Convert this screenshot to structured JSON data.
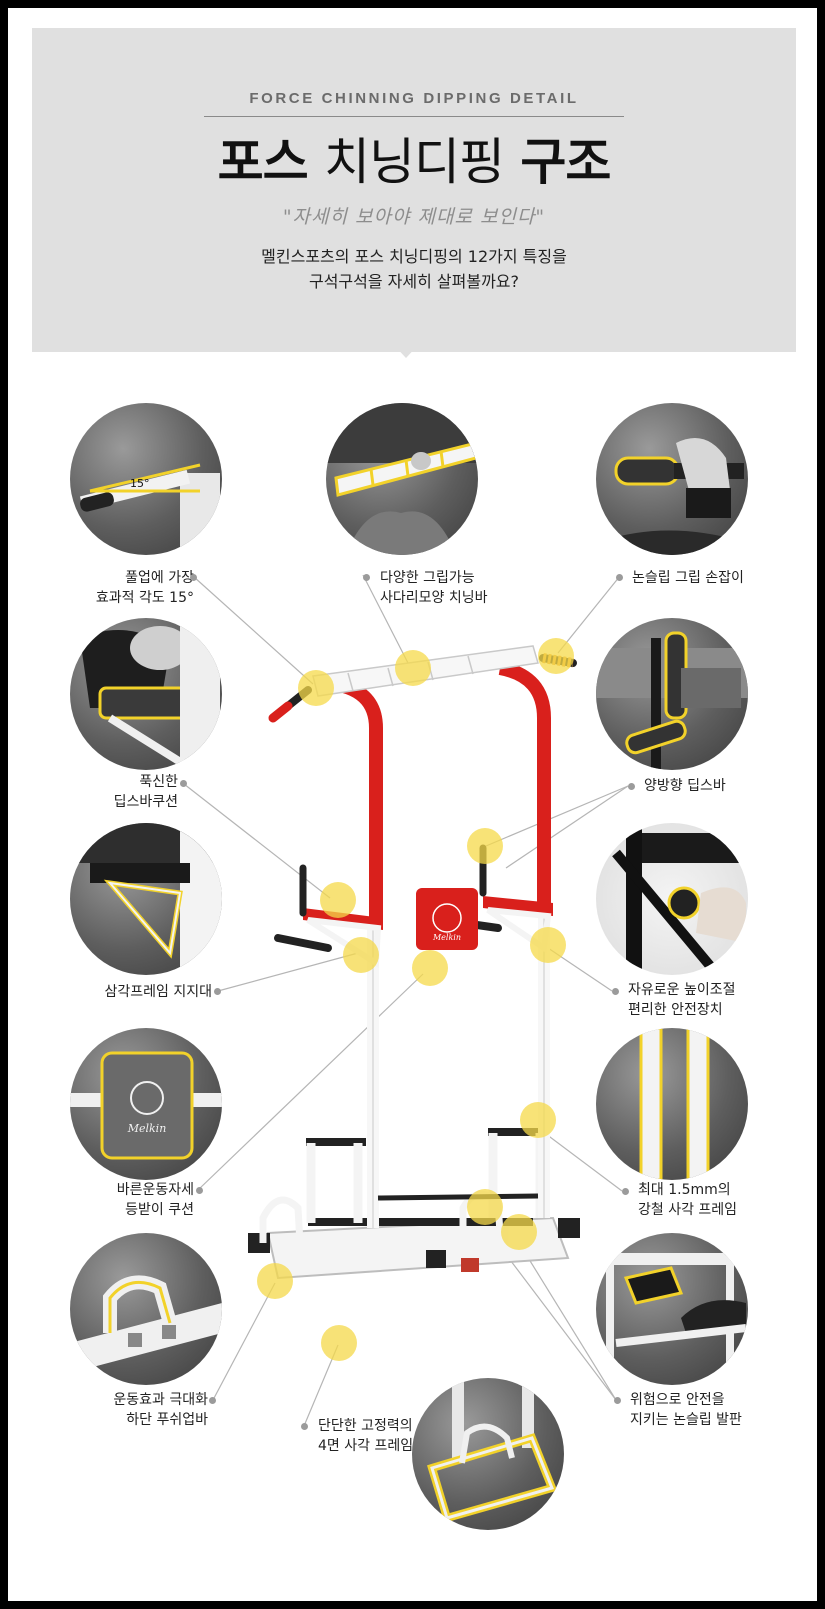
{
  "header": {
    "eyebrow": "FORCE CHINNING DIPPING DETAIL",
    "title_part1": "포스",
    "title_part2": "치닝디핑",
    "title_part3": "구조",
    "quote": "\"자세히 보아야 제대로 보인다\"",
    "desc_line1": "멜킨스포츠의 포스 치닝디핑의 12가지 특징을",
    "desc_line2": "구석구석을 자세히 살펴볼까요?"
  },
  "features": [
    {
      "line1": "풀업에 가장",
      "line2": "효과적 각도 15°",
      "icon": "angle-handle-icon"
    },
    {
      "line1": "다양한 그립가능",
      "line2": "사다리모양 치닝바",
      "icon": "ladder-bar-icon"
    },
    {
      "line1": "논슬립 그립 손잡이",
      "line2": "",
      "icon": "grip-handle-icon"
    },
    {
      "line1": "푹신한",
      "line2": "딥스바쿠션",
      "icon": "dip-cushion-icon"
    },
    {
      "line1": "양방향 딥스바",
      "line2": "",
      "icon": "dip-bar-icon"
    },
    {
      "line1": "삼각프레임 지지대",
      "line2": "",
      "icon": "triangle-frame-icon"
    },
    {
      "line1": "자유로운 높이조절",
      "line2": "편리한 안전장치",
      "icon": "height-knob-icon"
    },
    {
      "line1": "바른운동자세",
      "line2": "등받이 쿠션",
      "icon": "back-cushion-icon"
    },
    {
      "line1": "최대 1.5mm의",
      "line2": "강철 사각 프레임",
      "icon": "steel-frame-icon"
    },
    {
      "line1": "운동효과 극대화",
      "line2": "하단 푸쉬업바",
      "icon": "pushup-bar-icon"
    },
    {
      "line1": "위험으로 안전을",
      "line2": "지키는 논슬립 발판",
      "icon": "foot-plate-icon"
    },
    {
      "line1": "단단한 고정력의",
      "line2": "4면 사각 프레임",
      "icon": "base-frame-icon"
    }
  ],
  "product": {
    "brand_logo_text": "Melkin",
    "colors": {
      "frame": "#ffffff",
      "accent": "#d9201c",
      "highlight": "#f5d94a",
      "ring": "#f2d22a"
    }
  }
}
